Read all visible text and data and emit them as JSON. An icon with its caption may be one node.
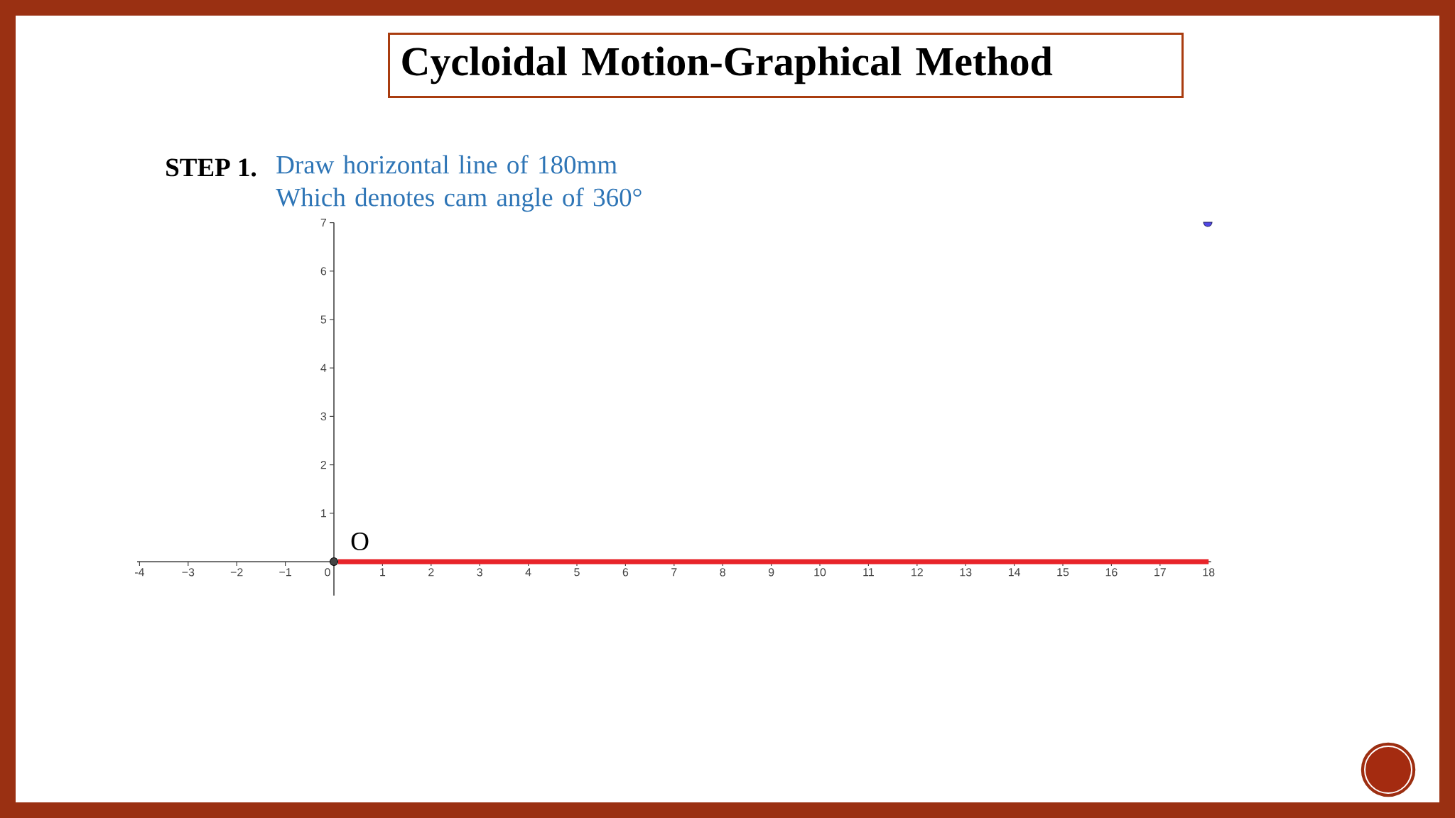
{
  "diagram": {
    "title": "Cycloidal Motion-Graphical Method",
    "nodes": [
      {
        "text": [],
        "shape": "circle",
        "beside": [
          "O"
        ]
      },
      {
        "text": [
          "18"
        ]
      }
    ],
    "edges": [
      {
        "from": 0,
        "to": 1,
        "arrow": "none",
        "color": "#e8242a"
      }
    ],
    "labels": [
      "STEP 1.",
      "Draw horizontal line of 180mm Which denotes cam angle of 360°",
      "-4",
      "−3",
      "−2",
      "−1",
      "0",
      "1",
      "2",
      "3",
      "4",
      "5",
      "6",
      "7",
      "8",
      "9",
      "10",
      "11",
      "12",
      "13",
      "14",
      "15",
      "16",
      "17",
      "1",
      "2",
      "3",
      "4",
      "5",
      "6",
      "7"
    ]
  }
}
